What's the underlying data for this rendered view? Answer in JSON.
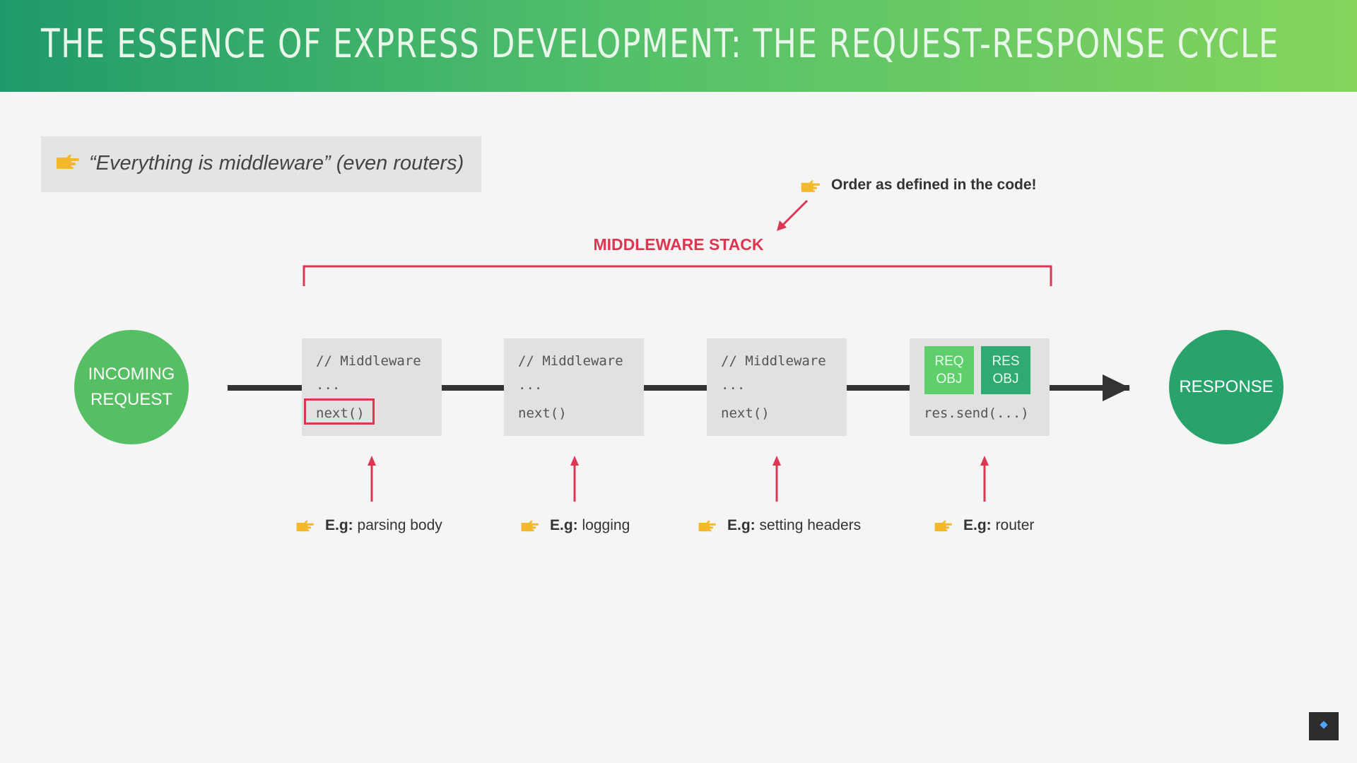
{
  "header": {
    "title": "THE ESSENCE OF EXPRESS DEVELOPMENT: THE REQUEST-RESPONSE CYCLE"
  },
  "quote": "“Everything is middleware”  (even routers)",
  "note": "Order as defined in the code!",
  "stack_title": "MIDDLEWARE STACK",
  "incoming": "INCOMING\nREQUEST",
  "response": "RESPONSE",
  "middlewares": [
    {
      "comment": "// Middleware",
      "dots": "...",
      "call": "next()"
    },
    {
      "comment": "// Middleware",
      "dots": "...",
      "call": "next()"
    },
    {
      "comment": "// Middleware",
      "dots": "...",
      "call": "next()"
    },
    {
      "req": "REQ\nOBJ",
      "res": "RES\nOBJ",
      "call": "res.send(...)"
    }
  ],
  "examples": [
    {
      "prefix": "E.g:",
      "text": "parsing body"
    },
    {
      "prefix": "E.g:",
      "text": "logging"
    },
    {
      "prefix": "E.g:",
      "text": "setting headers"
    },
    {
      "prefix": "E.g:",
      "text": "router"
    }
  ],
  "colors": {
    "accent_red": "#dc3752",
    "green_light": "#56be63",
    "green_dark": "#27a36b",
    "hand": "#f3b82c"
  },
  "icons": [
    "pointing-hand-icon",
    "udemy-logo"
  ]
}
